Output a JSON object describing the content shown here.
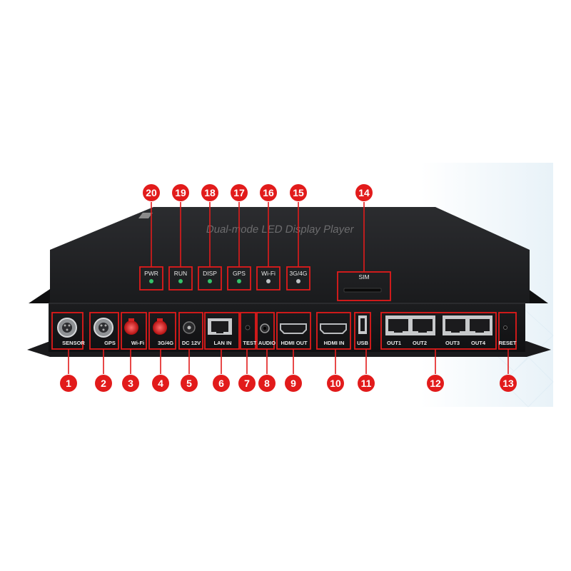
{
  "device": {
    "brand_text": "Dual-mode LED Display Player",
    "indicators": [
      {
        "id": "20",
        "label": "PWR",
        "led_color": "#35c26a"
      },
      {
        "id": "19",
        "label": "RUN",
        "led_color": "#35c26a"
      },
      {
        "id": "18",
        "label": "DISP",
        "led_color": "#35c26a"
      },
      {
        "id": "17",
        "label": "GPS",
        "led_color": "#35c26a"
      },
      {
        "id": "16",
        "label": "Wi-Fi",
        "led_color": "#bfc3c6"
      },
      {
        "id": "15",
        "label": "3G/4G",
        "led_color": "#bfc3c6"
      }
    ],
    "sim": {
      "id": "14",
      "label": "SIM"
    },
    "ports": [
      {
        "id": "1",
        "label": "SENSOR"
      },
      {
        "id": "2",
        "label": "GPS"
      },
      {
        "id": "3",
        "label": "Wi-Fi"
      },
      {
        "id": "4",
        "label": "3G/4G"
      },
      {
        "id": "5",
        "label": "DC 12V"
      },
      {
        "id": "6",
        "label": "LAN IN"
      },
      {
        "id": "7",
        "label": "TEST"
      },
      {
        "id": "8",
        "label": "AUDIO"
      },
      {
        "id": "9",
        "label": "HDMI OUT"
      },
      {
        "id": "10",
        "label": "HDMI IN"
      },
      {
        "id": "11",
        "label": "USB"
      },
      {
        "id": "12",
        "label": "",
        "sub_labels": [
          "OUT1",
          "OUT2",
          "OUT3",
          "OUT4"
        ]
      },
      {
        "id": "13",
        "label": "RESET"
      }
    ]
  },
  "colors": {
    "callout": "#e21b1b",
    "chassis": "#1f1f21",
    "panel": "#161618"
  }
}
